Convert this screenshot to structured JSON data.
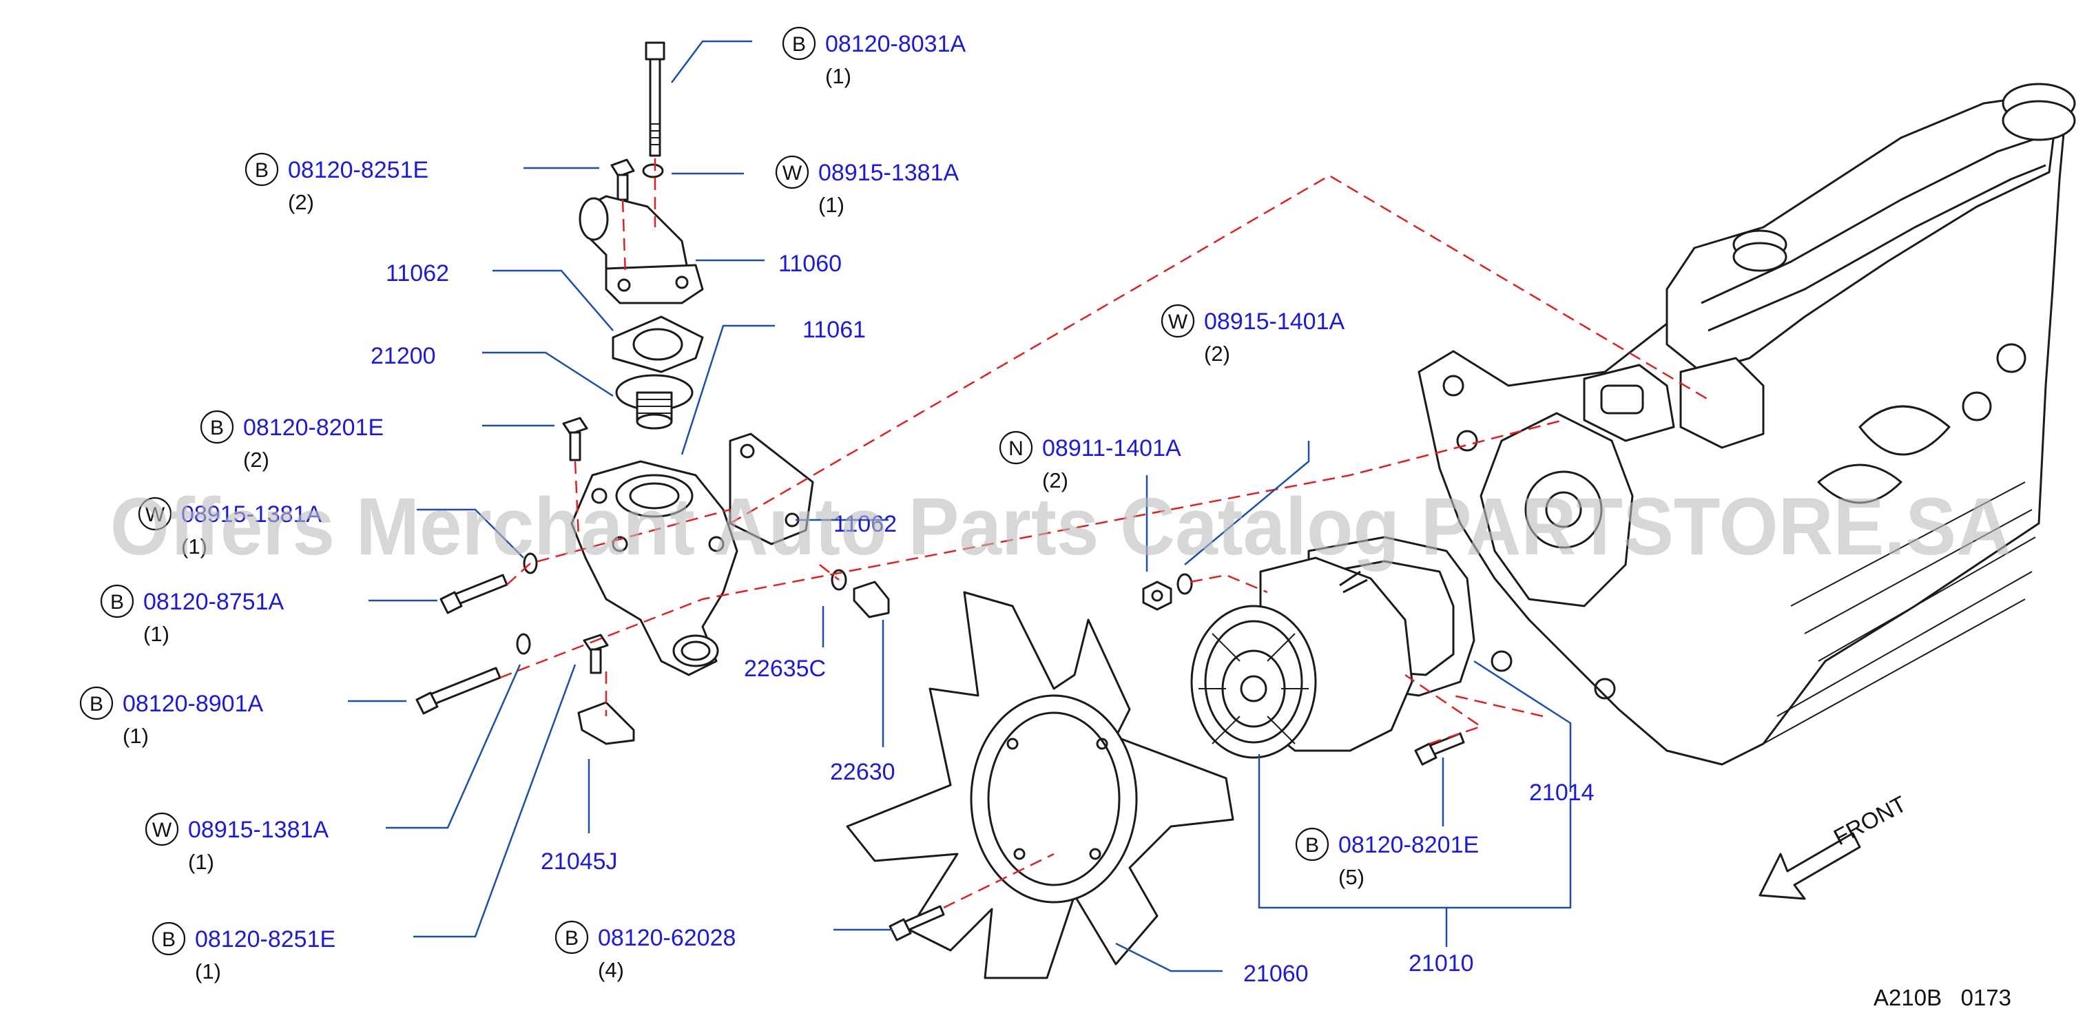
{
  "watermark": "Offers Merchant Auto Parts Catalog PARTSTORE.SA",
  "code": "A210B   0173",
  "front_label": "FRONT",
  "parts": [
    {
      "id": "p1",
      "prefix": "B",
      "number": "08120-8031A",
      "qty": "(1)"
    },
    {
      "id": "p2",
      "prefix": "B",
      "number": "08120-8251E",
      "qty": "(2)"
    },
    {
      "id": "p3",
      "prefix": "W",
      "number": "08915-1381A",
      "qty": "(1)"
    },
    {
      "id": "p4",
      "prefix": "",
      "number": "11060",
      "qty": ""
    },
    {
      "id": "p5",
      "prefix": "",
      "number": "11062",
      "qty": ""
    },
    {
      "id": "p6",
      "prefix": "",
      "number": "21200",
      "qty": ""
    },
    {
      "id": "p7",
      "prefix": "",
      "number": "11061",
      "qty": ""
    },
    {
      "id": "p8",
      "prefix": "B",
      "number": "08120-8201E",
      "qty": "(2)"
    },
    {
      "id": "p9",
      "prefix": "W",
      "number": "08915-1381A",
      "qty": "(1)"
    },
    {
      "id": "p10",
      "prefix": "",
      "number": "11062",
      "qty": ""
    },
    {
      "id": "p11",
      "prefix": "B",
      "number": "08120-8751A",
      "qty": "(1)"
    },
    {
      "id": "p12",
      "prefix": "B",
      "number": "08120-8901A",
      "qty": "(1)"
    },
    {
      "id": "p13",
      "prefix": "W",
      "number": "08915-1381A",
      "qty": "(1)"
    },
    {
      "id": "p14",
      "prefix": "B",
      "number": "08120-8251E",
      "qty": "(1)"
    },
    {
      "id": "p15",
      "prefix": "",
      "number": "21045J",
      "qty": ""
    },
    {
      "id": "p16",
      "prefix": "",
      "number": "22635C",
      "qty": ""
    },
    {
      "id": "p17",
      "prefix": "",
      "number": "22630",
      "qty": ""
    },
    {
      "id": "p18",
      "prefix": "B",
      "number": "08120-62028",
      "qty": "(4)"
    },
    {
      "id": "p19",
      "prefix": "",
      "number": "21060",
      "qty": ""
    },
    {
      "id": "p20",
      "prefix": "N",
      "number": "08911-1401A",
      "qty": "(2)"
    },
    {
      "id": "p21",
      "prefix": "W",
      "number": "08915-1401A",
      "qty": "(2)"
    },
    {
      "id": "p22",
      "prefix": "B",
      "number": "08120-8201E",
      "qty": "(5)"
    },
    {
      "id": "p23",
      "prefix": "",
      "number": "21014",
      "qty": ""
    },
    {
      "id": "p24",
      "prefix": "",
      "number": "21010",
      "qty": ""
    }
  ]
}
